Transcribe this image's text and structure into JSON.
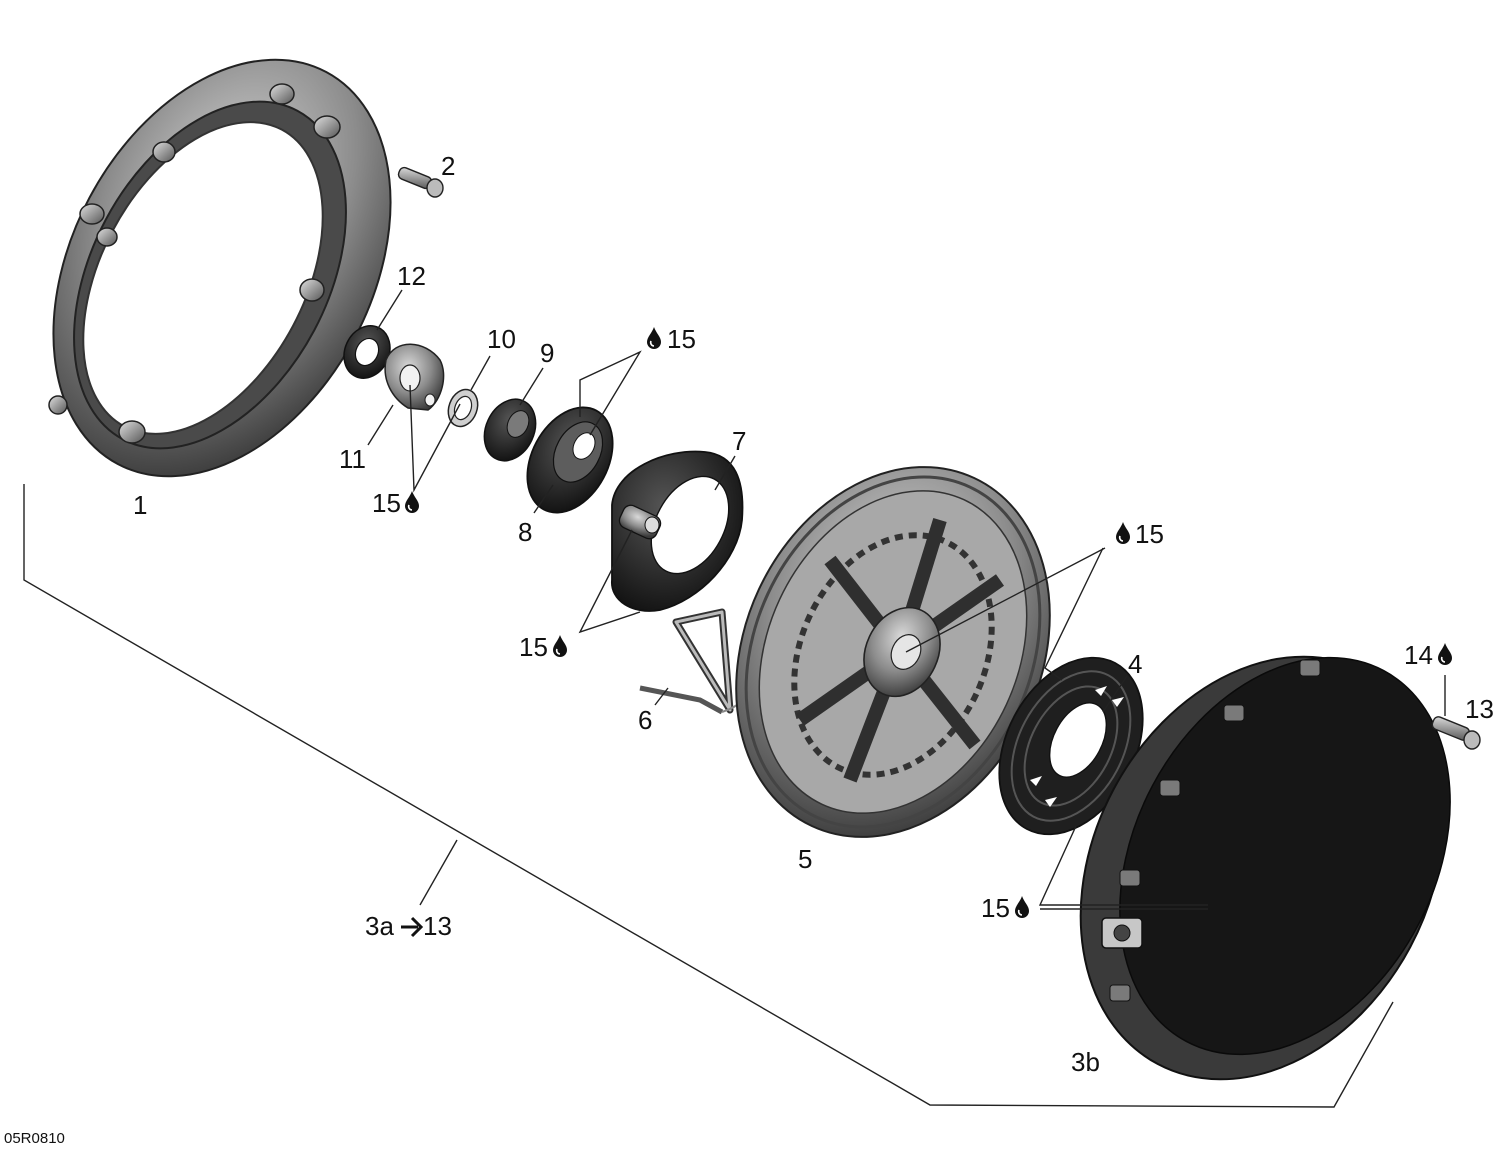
{
  "figure_code": "05R0810",
  "drop_icon": "oil-drop-icon",
  "callouts": {
    "c1": "1",
    "c2": "2",
    "c3a": "3a",
    "c3a_to": "13",
    "c3b": "3b",
    "c4": "4",
    "c5": "5",
    "c6": "6",
    "c7": "7",
    "c8": "8",
    "c9": "9",
    "c10": "10",
    "c11": "11",
    "c12": "12",
    "c13": "13",
    "c14": "14",
    "c15a": "15",
    "c15b": "15",
    "c15c": "15",
    "c15d": "15",
    "c15e": "15"
  },
  "colors": {
    "ink": "#111111",
    "part_dark": "#2b2b2b",
    "part_mid": "#6e6e6e",
    "part_light": "#bdbdbd"
  }
}
